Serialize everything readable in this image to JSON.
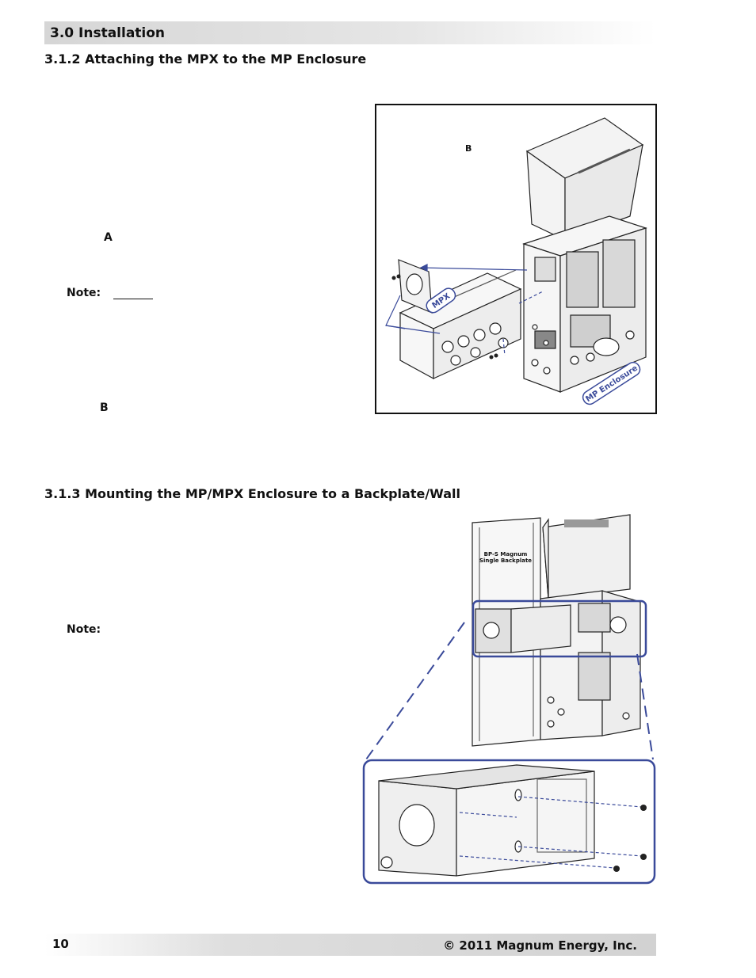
{
  "section": {
    "title": "3.0 Installation"
  },
  "sections": [
    {
      "heading": "3.1.2 Attaching the MPX to the MP Enclosure",
      "step_a": "A",
      "note": "Note:",
      "step_b": "B"
    },
    {
      "heading": "3.1.3 Mounting the MP/MPX Enclosure to a Backplate/Wall",
      "note": "Note:"
    }
  ],
  "figure1": {
    "label_b": "B",
    "mpx_label": "MPX",
    "enclosure_label": "MP Enclosure"
  },
  "figure2": {
    "backplate_label_line1": "BP-S Magnum",
    "backplate_label_line2": "Single Backplate"
  },
  "footer": {
    "page_number": "10",
    "copyright": "© 2011 Magnum Energy, Inc."
  },
  "colors": {
    "callout_blue": "#3a4a9a",
    "header_gray": "#d6d6d6"
  }
}
